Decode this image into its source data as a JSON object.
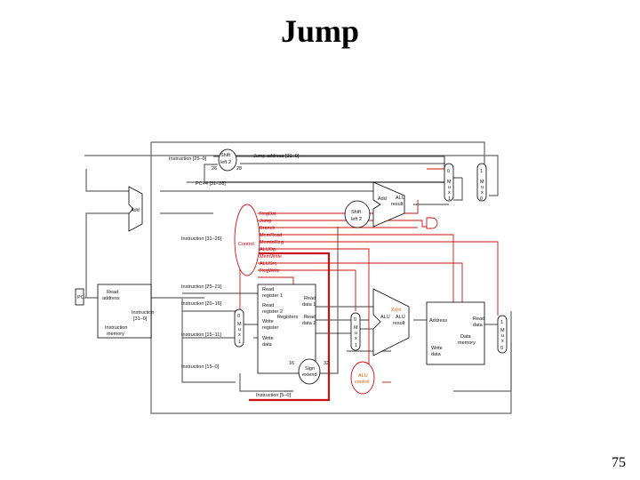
{
  "slide": {
    "title": "Jump",
    "page_number": "75"
  },
  "labels": {
    "instr_25_0": "Instruction [25–0]",
    "shift_left_2_top_a": "Shift",
    "shift_left_2_top_b": "left 2",
    "bits_26": "26",
    "bits_28": "28",
    "jump_address": "Jump address [31–0]",
    "pc4": "PC+4 [31–28]",
    "add": "Add",
    "add_result": "Add",
    "alu_result_top": "ALU",
    "result_top": "result",
    "shift_left_2_mid_a": "Shift",
    "shift_left_2_mid_b": "left 2",
    "instr_31_26": "Instruction [31–26]",
    "control": "Control",
    "signals": [
      "RegDst",
      "Jump",
      "Branch",
      "MemRead",
      "MemtoReg",
      "ALUOp",
      "MemWrite",
      "ALUSrc",
      "RegWrite"
    ],
    "pc": "PC",
    "read_address": "Read",
    "read_address2": "address",
    "instruction": "Instruction",
    "instruction_bits": "[31–0]",
    "instruction_memory_a": "Instruction",
    "instruction_memory_b": "memory",
    "instr_25_21": "Instruction [25–21]",
    "instr_20_16": "Instruction [20–16]",
    "instr_15_11": "Instruction [15–11]",
    "instr_15_0": "Instruction [15–0]",
    "instr_5_0": "Instruction [5–0]",
    "read_register_1": [
      "Read",
      "register 1"
    ],
    "read_register_2": [
      "Read",
      "register 2"
    ],
    "read_data_1": [
      "Read",
      "data 1"
    ],
    "read_data_2": [
      "Read",
      "data 2"
    ],
    "write_register": [
      "Write",
      "register"
    ],
    "write_data": [
      "Write",
      "data"
    ],
    "registers": "Registers",
    "zero": "Zero",
    "alu": "ALU",
    "alu_result": "ALU",
    "alu_result2": "result",
    "address": "Address",
    "read_data_mem": [
      "Read",
      "data"
    ],
    "data_memory": [
      "Data",
      "memory"
    ],
    "write_data_mem": [
      "Write",
      "data"
    ],
    "bits_16": "16",
    "bits_32": "32",
    "sign_extend": [
      "Sign",
      "extend"
    ],
    "alu_control": [
      "ALU",
      "control"
    ],
    "mux": [
      "M",
      "u",
      "x"
    ],
    "zero_digit": "0",
    "one_digit": "1"
  }
}
